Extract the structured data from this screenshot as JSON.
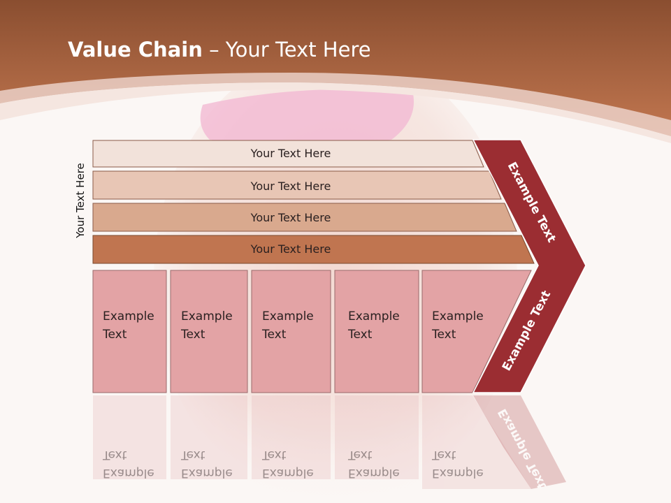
{
  "slide": {
    "title_bold": "Value Chain",
    "title_rest": " – Your Text Here",
    "side_label": "Your Text Here"
  },
  "rows": [
    {
      "label": "Your Text Here",
      "color": "#f2e2da"
    },
    {
      "label": "Your Text Here",
      "color": "#e8c6b5"
    },
    {
      "label": "Your Text Here",
      "color": "#d9a98e"
    },
    {
      "label": "Your Text Here",
      "color": "#c07550"
    }
  ],
  "cells": [
    {
      "line1": "Example",
      "line2": "Text"
    },
    {
      "line1": "Example",
      "line2": "Text"
    },
    {
      "line1": "Example",
      "line2": "Text"
    },
    {
      "line1": "Example",
      "line2": "Text"
    },
    {
      "line1": "Example",
      "line2": "Text"
    }
  ],
  "chevron": {
    "top_label": "Example Text",
    "bottom_label": "Example Text",
    "color": "#9b2d32"
  },
  "colors": {
    "header": "#a85f3a",
    "cell_fill": "#e3a3a5"
  }
}
